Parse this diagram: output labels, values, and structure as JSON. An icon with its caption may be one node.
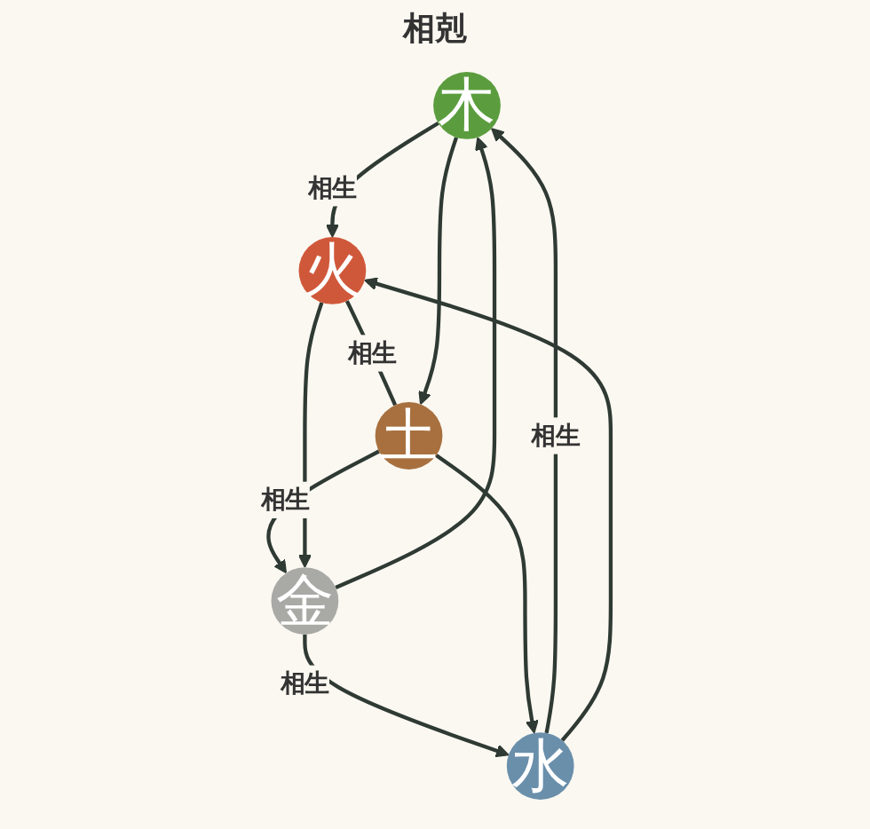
{
  "diagram": {
    "nodes": [
      {
        "text": [
          "木"
        ]
      },
      {
        "text": [
          "水"
        ]
      },
      {
        "text": [
          "火"
        ]
      },
      {
        "text": [
          "金"
        ]
      },
      {
        "text": [
          "土"
        ]
      }
    ],
    "edges": [
      {
        "from": 1,
        "to": 0,
        "arrow": "to",
        "label": "相生"
      },
      {
        "from": 0,
        "to": 2,
        "arrow": "to",
        "label": "相生"
      },
      {
        "from": 2,
        "to": 4,
        "arrow": "none",
        "label": "相生"
      },
      {
        "from": 4,
        "to": 3,
        "arrow": "to",
        "label": "相生"
      },
      {
        "from": 3,
        "to": 1,
        "arrow": "to",
        "label": "相生"
      },
      {
        "from": 1,
        "to": 2,
        "arrow": "to"
      },
      {
        "from": 0,
        "to": 4,
        "arrow": "to"
      },
      {
        "from": 4,
        "to": 1,
        "arrow": "to"
      },
      {
        "from": 2,
        "to": 3,
        "arrow": "to"
      },
      {
        "from": 3,
        "to": 0,
        "arrow": "to"
      }
    ],
    "labels": [
      "相剋"
    ]
  }
}
